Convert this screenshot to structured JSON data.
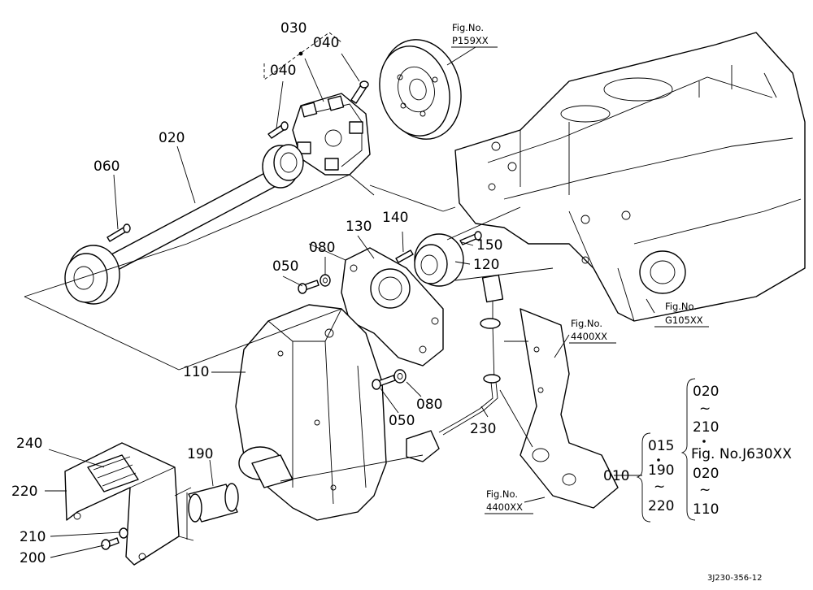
{
  "diagram": {
    "parts": {
      "p030": "030",
      "p040a": "040",
      "p040b": "040",
      "p020": "020",
      "p060": "060",
      "p130": "130",
      "p140": "140",
      "p080a": "080",
      "p050a": "050",
      "p150": "150",
      "p120": "120",
      "p110": "110",
      "p080b": "080",
      "p050b": "050",
      "p230": "230",
      "p240": "240",
      "p220": "220",
      "p190": "190",
      "p210": "210",
      "p200": "200",
      "p010": "010"
    },
    "fig_refs": {
      "flywheel": {
        "line1": "Fig.No.",
        "line2": "P159XX"
      },
      "housing": {
        "line1": "Fig.No.",
        "line2": "G105XX"
      },
      "bracket_upper": {
        "line1": "Fig.No.",
        "line2": "4400XX"
      },
      "bracket_lower": {
        "line1": "Fig.No.",
        "line2": "4400XX"
      }
    },
    "assembly_key": {
      "left_top": "015",
      "left_mid": "190",
      "left_tilde": "~",
      "left_bot": "220",
      "right_1": "020",
      "right_tilde1": "~",
      "right_2": "210",
      "right_fig": "Fig. No.J630XX",
      "right_3": "020",
      "right_tilde2": "~",
      "right_4": "110"
    },
    "drawing_code": "3J230-356-12"
  }
}
